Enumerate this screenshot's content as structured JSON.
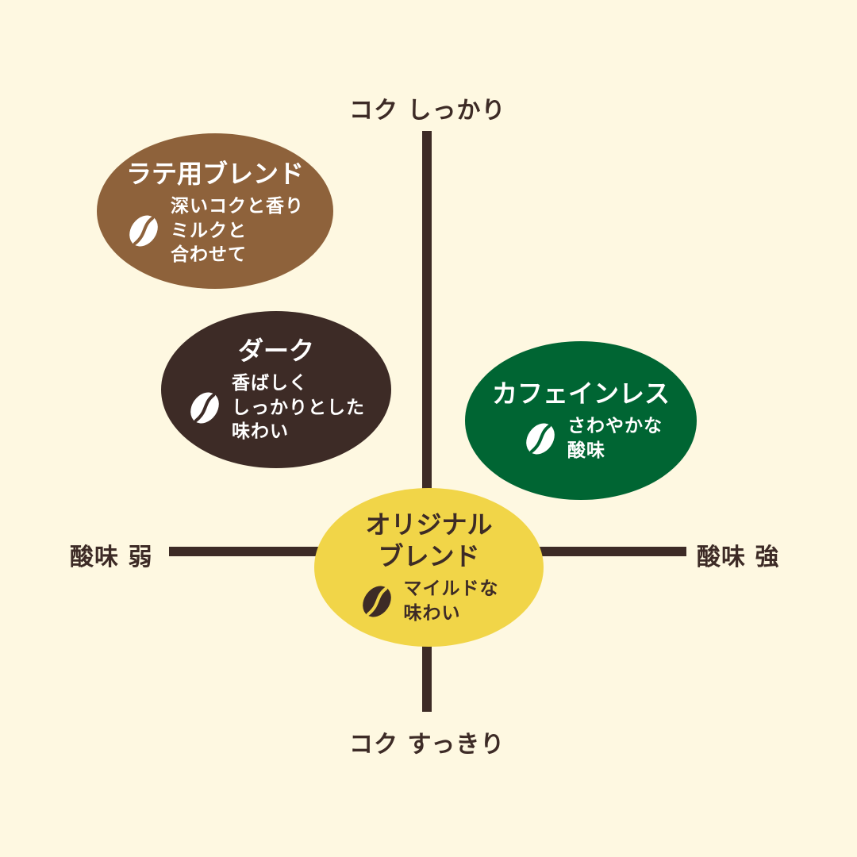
{
  "axes": {
    "top_label": "コク しっかり",
    "bottom_label": "コク すっきり",
    "left_label": "酸味 弱",
    "right_label": "酸味 強"
  },
  "colors": {
    "background": "#FEF8E1",
    "axis": "#3D2B26",
    "latte": "#8E623B",
    "dark": "#3D2B26",
    "caffeine_less": "#006533",
    "original": "#F1D548"
  },
  "blends": [
    {
      "key": "latte",
      "title": "ラテ用ブレンド",
      "description": "深いコクと香り\nミルクと\n合わせて",
      "icon": "coffee-bean-icon"
    },
    {
      "key": "dark",
      "title": "ダーク",
      "description": "香ばしく\nしっかりとした\n味わい",
      "icon": "coffee-bean-icon"
    },
    {
      "key": "caffeine_less",
      "title": "カフェインレス",
      "description": "さわやかな\n酸味",
      "icon": "coffee-bean-icon"
    },
    {
      "key": "original",
      "title": "オリジナル\nブレンド",
      "description": "マイルドな\n味わい",
      "icon": "coffee-bean-icon"
    }
  ]
}
